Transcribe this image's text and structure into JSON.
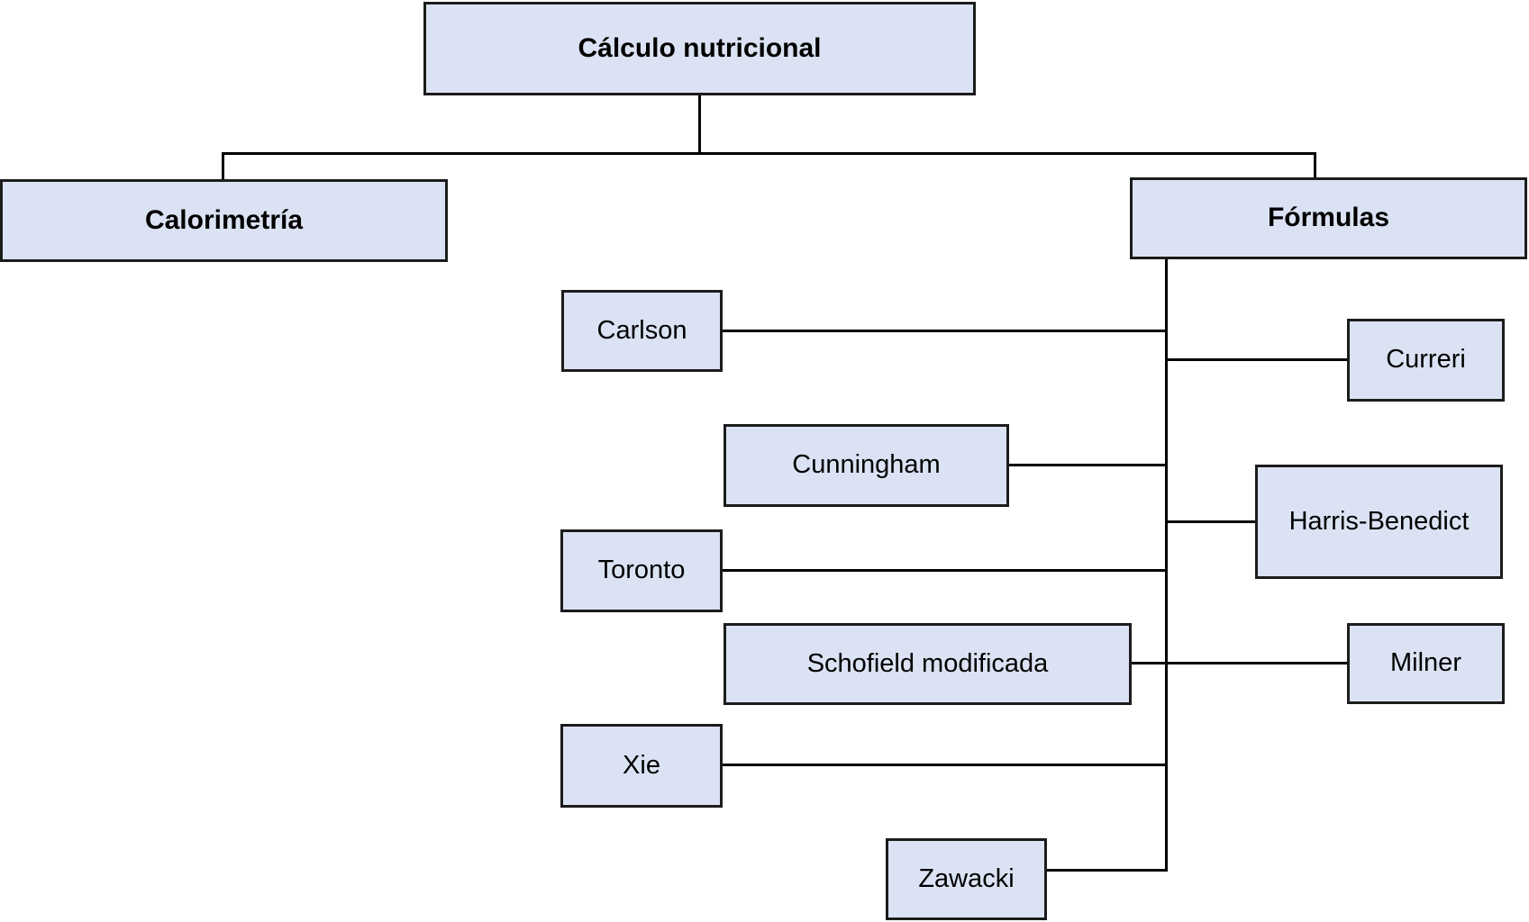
{
  "diagram": {
    "type": "tree",
    "root": {
      "label": "Cálculo nutricional"
    },
    "level1": [
      {
        "label": "Calorimetría"
      },
      {
        "label": "Fórmulas"
      }
    ],
    "formulas_children": [
      "Carlson",
      "Curreri",
      "Cunningham",
      "Harris-Benedict",
      "Toronto",
      "Schofield modificada",
      "Milner",
      "Xie",
      "Zawacki"
    ],
    "colors": {
      "background": "#ffffff",
      "box_fill": "#dbe2f3",
      "box_border": "#1c1c1c",
      "connector": "#000000",
      "text": "#000000"
    }
  }
}
